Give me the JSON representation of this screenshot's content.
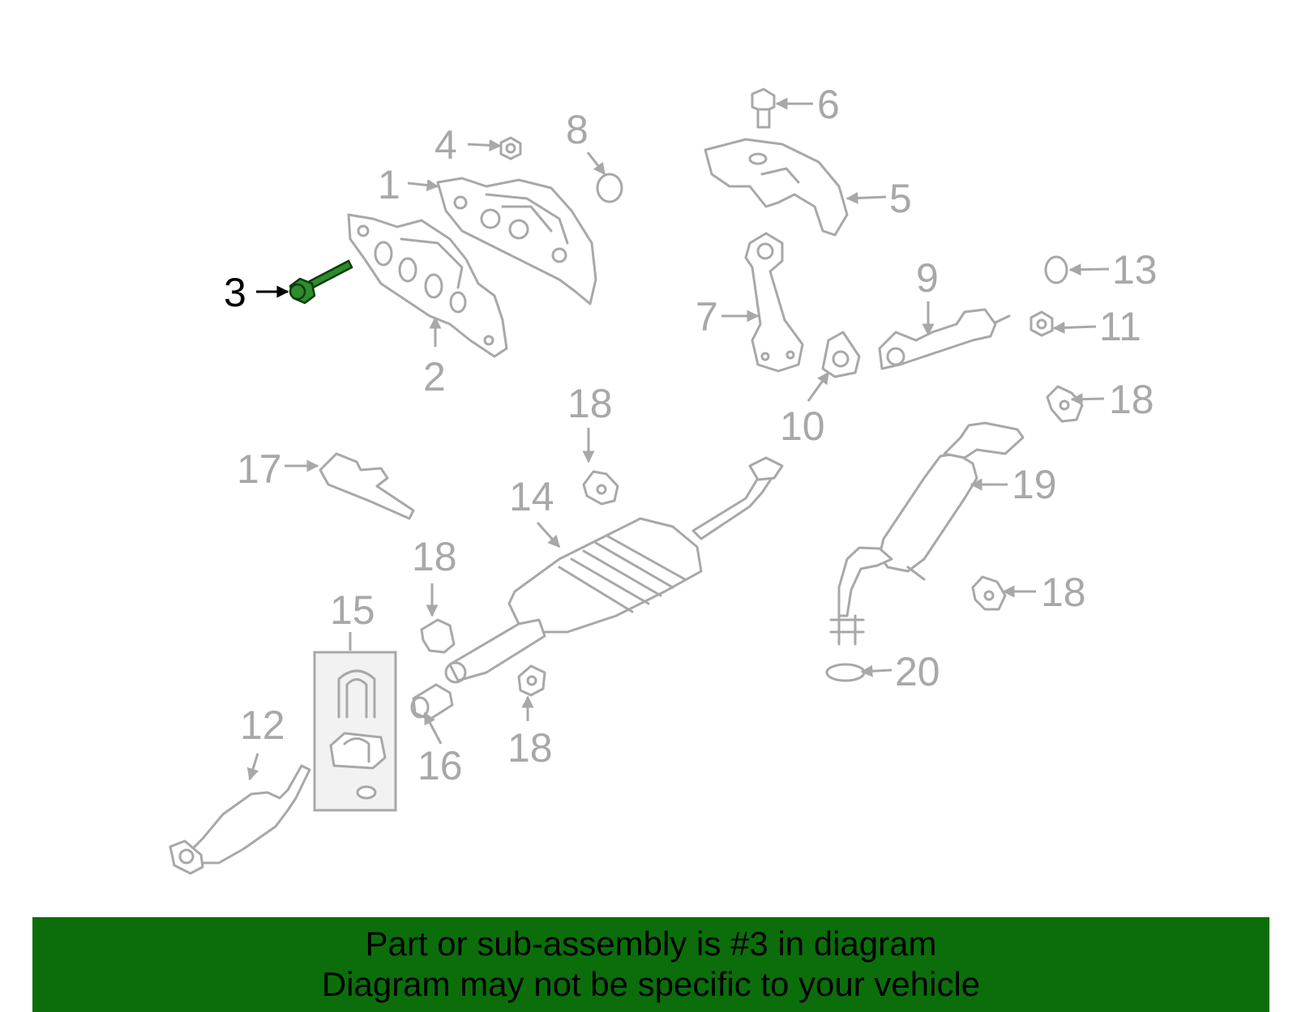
{
  "diagram": {
    "highlight_color": "#2e8b2e",
    "callouts": [
      {
        "id": "1",
        "label": "1"
      },
      {
        "id": "2",
        "label": "2"
      },
      {
        "id": "3",
        "label": "3",
        "highlighted": true
      },
      {
        "id": "4",
        "label": "4"
      },
      {
        "id": "5",
        "label": "5"
      },
      {
        "id": "6",
        "label": "6"
      },
      {
        "id": "7",
        "label": "7"
      },
      {
        "id": "8",
        "label": "8"
      },
      {
        "id": "9",
        "label": "9"
      },
      {
        "id": "10",
        "label": "10"
      },
      {
        "id": "11",
        "label": "11"
      },
      {
        "id": "12",
        "label": "12"
      },
      {
        "id": "13",
        "label": "13"
      },
      {
        "id": "14",
        "label": "14"
      },
      {
        "id": "15",
        "label": "15"
      },
      {
        "id": "16",
        "label": "16"
      },
      {
        "id": "17",
        "label": "17"
      },
      {
        "id": "18a",
        "label": "18"
      },
      {
        "id": "18b",
        "label": "18"
      },
      {
        "id": "18c",
        "label": "18"
      },
      {
        "id": "18d",
        "label": "18"
      },
      {
        "id": "18e",
        "label": "18"
      },
      {
        "id": "19",
        "label": "19"
      },
      {
        "id": "20",
        "label": "20"
      }
    ]
  },
  "banner": {
    "background": "#0b6e0b",
    "line1": "Part or sub-assembly is #3 in diagram",
    "line2": "Diagram may not be specific to your vehicle"
  }
}
